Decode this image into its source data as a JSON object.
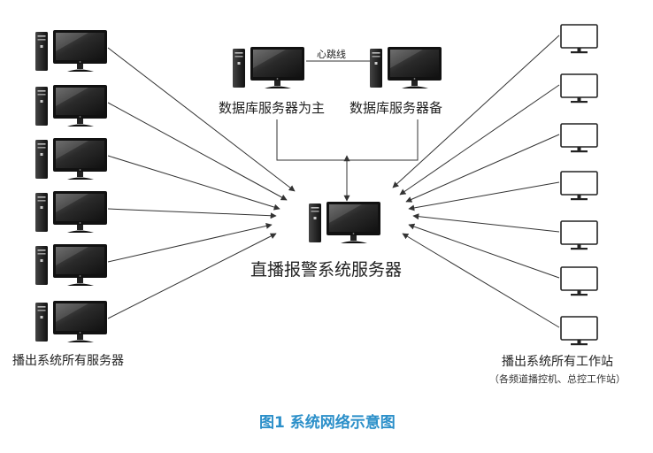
{
  "central_server": {
    "label": "直播报警系统服务器",
    "icon": "desktop-computer-icon"
  },
  "db_main": {
    "label": "数据库服务器为主",
    "icon": "desktop-computer-icon"
  },
  "db_backup": {
    "label": "数据库服务器备",
    "icon": "desktop-computer-icon"
  },
  "heartbeat": {
    "label": "心跳线"
  },
  "left_group": {
    "label": "播出系统所有服务器",
    "count": 6,
    "icon": "desktop-computer-icon"
  },
  "right_group": {
    "label": "播出系统所有工作站",
    "sublabel": "（各频道播控机、总控工作站）",
    "count": 7,
    "icon": "monitor-icon"
  },
  "caption": {
    "text": "图1 系统网络示意图"
  },
  "colors": {
    "caption": "#2b8fc9",
    "line": "#333333",
    "screen": "#1c1c1c"
  }
}
